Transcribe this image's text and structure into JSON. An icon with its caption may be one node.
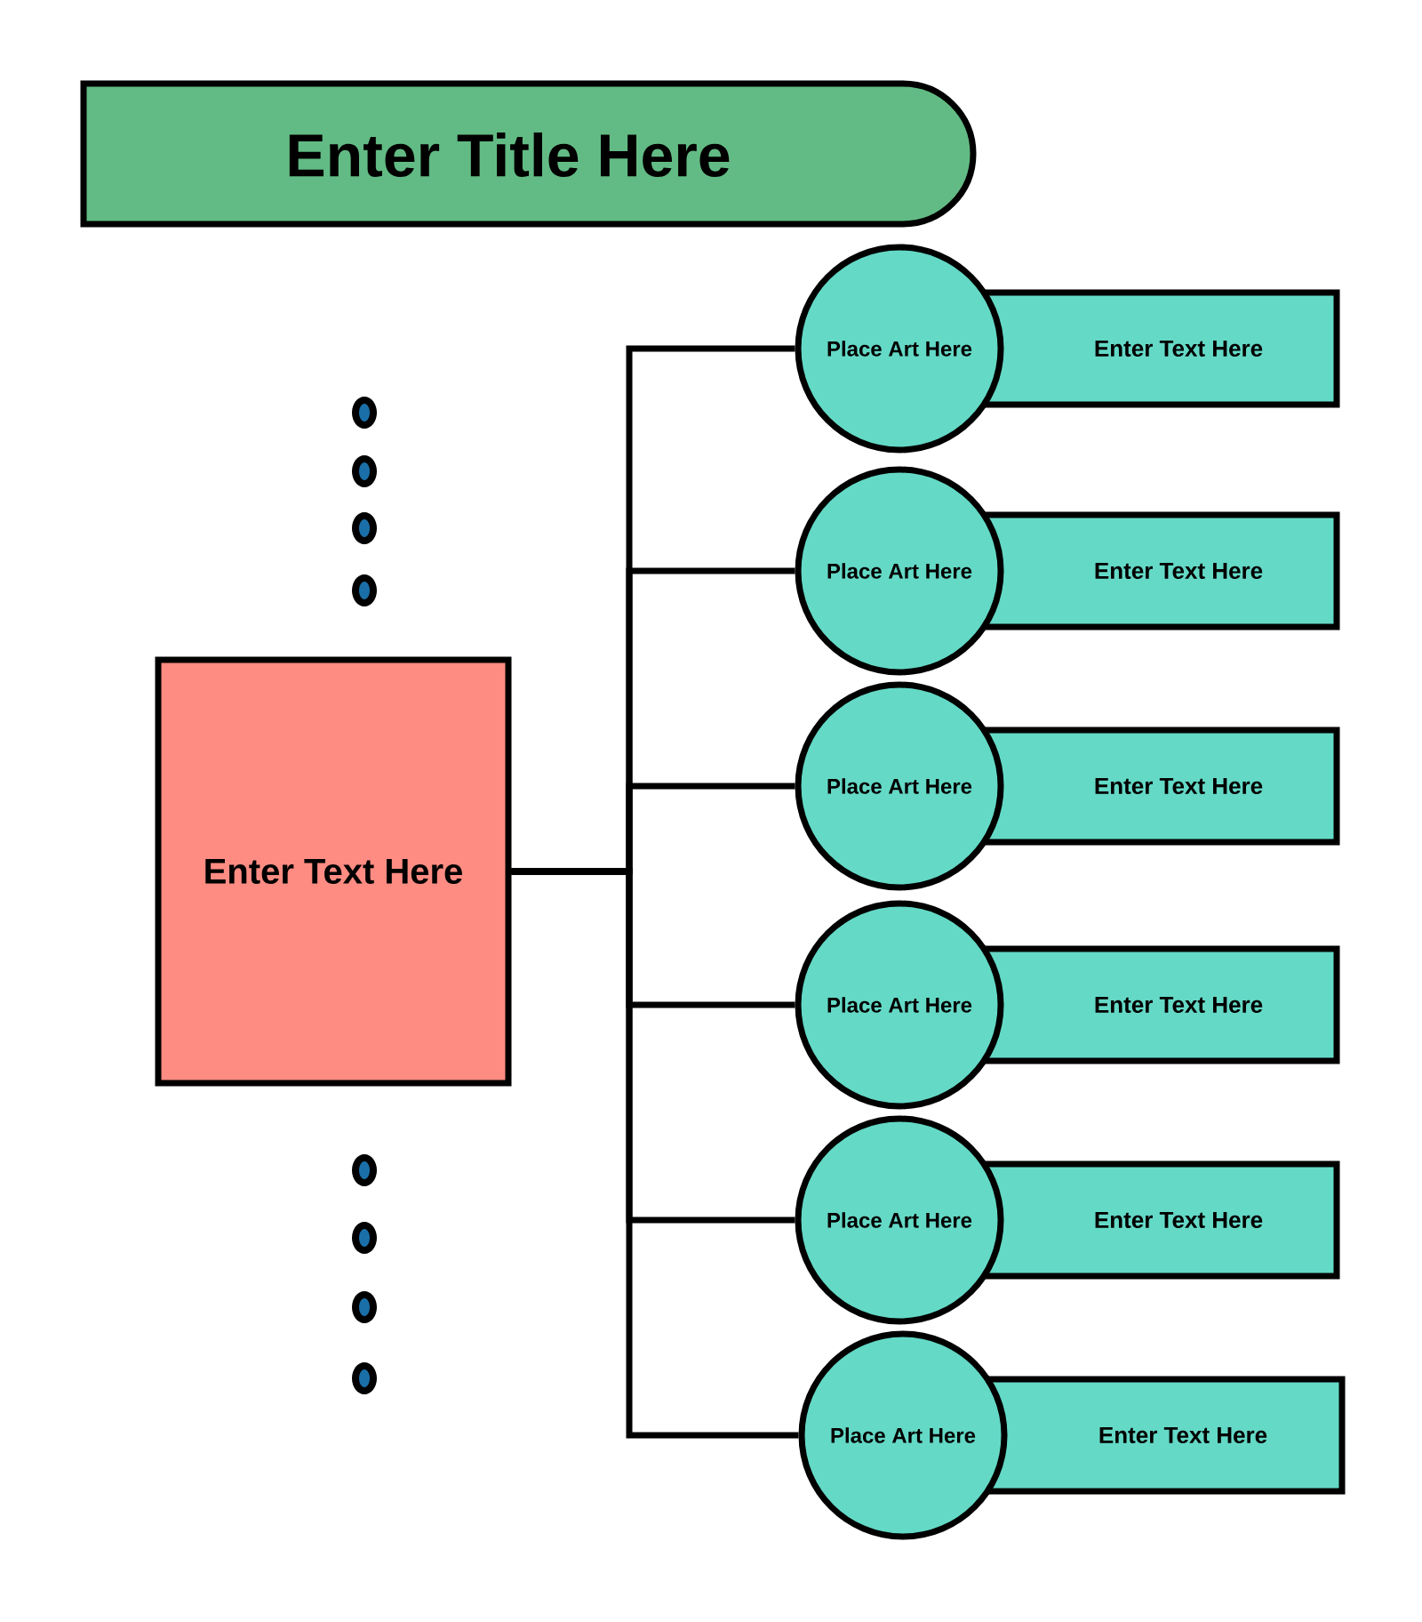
{
  "diagram": {
    "nodes": [
      {
        "text": [
          "Enter Title Here"
        ]
      },
      {
        "text": [
          "Enter Text Here"
        ]
      },
      {
        "text": [
          "Place Art Here"
        ]
      },
      {
        "text": [
          "Enter Text Here"
        ]
      },
      {
        "text": [
          "Place Art Here"
        ]
      },
      {
        "text": [
          "Enter Text Here"
        ]
      },
      {
        "text": [
          "Place Art Here"
        ]
      },
      {
        "text": [
          "Enter Text Here"
        ]
      },
      {
        "text": [
          "Place Art Here"
        ]
      },
      {
        "text": [
          "Enter Text Here"
        ]
      },
      {
        "text": [
          "Place Art Here"
        ]
      },
      {
        "text": [
          "Enter Text Here"
        ]
      },
      {
        "text": [
          "Place Art Here"
        ]
      },
      {
        "text": [
          "Enter Text Here"
        ]
      }
    ],
    "edges": [
      {
        "from": 1,
        "to": 2,
        "arrow": "none"
      },
      {
        "from": 1,
        "to": 4,
        "arrow": "none"
      },
      {
        "from": 1,
        "to": 6,
        "arrow": "none"
      },
      {
        "from": 1,
        "to": 8,
        "arrow": "none"
      },
      {
        "from": 1,
        "to": 10,
        "arrow": "none"
      },
      {
        "from": 1,
        "to": 12,
        "arrow": "none"
      }
    ]
  }
}
